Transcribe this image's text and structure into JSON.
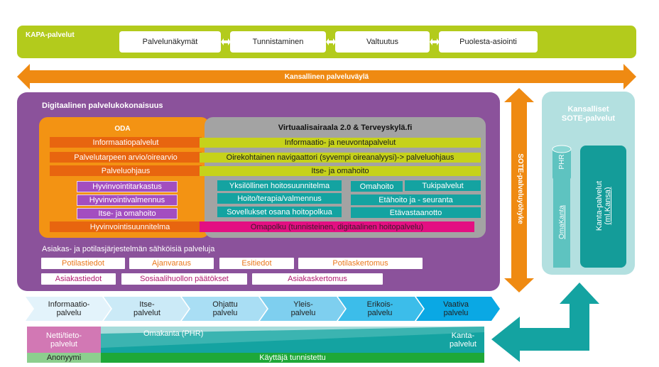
{
  "kapa": {
    "title": "KAPA-palvelut",
    "items": [
      "Palvelunäkymät",
      "Tunnistaminen",
      "Valtuutus",
      "Puolesta-asiointi"
    ]
  },
  "bus": {
    "label": "Kansallinen palveluväylä"
  },
  "digital": {
    "title": "Digitaalinen palvelukokonaisuus",
    "oda_title": "ODA",
    "virt_title": "Virtuaalisairaala 2.0 & Terveyskylä.fi",
    "oda_rows": [
      "Informaatiopalvelut",
      "Palvelutarpeen arvio/oirearvio",
      "Palveluohjaus"
    ],
    "virt_rows": [
      "Informaatio- ja neuvontapalvelut",
      "Oirekohtainen navigaattori (syvempi oireanalyysi)-> palveluohjaus",
      "Itse- ja omahoito"
    ],
    "purple_rows": [
      "Hyvinvointitarkastus",
      "Hyvinvointivalmennus",
      "Itse- ja omahoito"
    ],
    "teal": {
      "yksil": "Yksilöllinen hoitosuunnitelma",
      "omahoito": "Omahoito",
      "tuki": "Tukipalvelut",
      "hoito": "Hoito/terapia/valmennus",
      "etahoito": "Etähoito ja - seuranta",
      "sovellukset": "Sovellukset osana hoitopolkua",
      "etavast": "Etävastaanotto"
    },
    "hyvsuun": "Hyvinvointisuunnitelma",
    "omapolku": "Omapolku (tunnisteinen, digitaalinen hoitopalvelu)",
    "asiak_title": "Asiakas- ja potilasjärjestelmän sähköisiä palveluja",
    "row1": [
      "Potilastiedot",
      "Ajanvaraus",
      "Esitiedot",
      "Potilaskertomus"
    ],
    "row2": [
      "Asiakastiedot",
      "Sosiaalihuollon päätökset",
      "Asiakaskertomus"
    ]
  },
  "sote_vertical": "SOTE-palveluyöhyke",
  "sote_panel": {
    "title": "Kansalliset\nSOTE-palvelut",
    "phr": "PHR",
    "omakanta": "OmaKanta",
    "kanta_line1": "Kanta-palvelut",
    "kanta_line2": "(ml.Kansa)"
  },
  "levels": [
    {
      "line1": "Informaatio-",
      "line2": "palvelu"
    },
    {
      "line1": "Itse-",
      "line2": "palvelut"
    },
    {
      "line1": "Ohjattu",
      "line2": "palvelu"
    },
    {
      "line1": "Yleis-",
      "line2": "palvelu"
    },
    {
      "line1": "Erikois-",
      "line2": "palvelu"
    },
    {
      "line1": "Vaativa",
      "line2": "palvelu"
    }
  ],
  "bottom": {
    "netti_line1": "Netti/tieto-",
    "netti_line2": "palvelut",
    "omakanta_phr": "Omakanta (PHR)",
    "kanta_line1": "Kanta-",
    "kanta_line2": "palvelut",
    "anonyymi": "Anonyymi",
    "kayttaja": "Käyttäjä tunnistettu"
  },
  "colors": {
    "kapa": "#b3cb1c",
    "bus": "#ef8a12",
    "digital": "#8b529b",
    "oda": "#f39313",
    "virt": "#a3a3a3",
    "teal": "#14a3a1",
    "magenta": "#e30f82",
    "sote_panel": "#b3e0e0"
  }
}
